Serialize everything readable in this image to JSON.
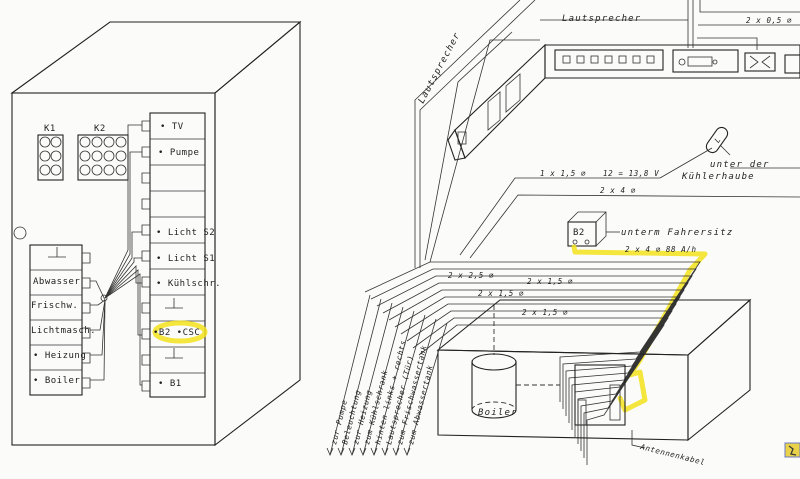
{
  "cabinet": {
    "relays": [
      "K1",
      "K2"
    ],
    "right_fuses": [
      "• TV",
      "• Pumpe",
      "• Licht S2",
      "• Licht S1",
      "• Kühlschr.",
      "•B2  •CSC",
      "• B1"
    ],
    "left_fuses": [
      "Abwasser",
      "Frischw.",
      "Lichtmasch.",
      "• Heizung",
      "• Boiler"
    ]
  },
  "installation": {
    "speaker_top": "Lautsprecher",
    "speaker_side": "Lautsprecher",
    "cable_top": "2 x 0,5 ⌀",
    "cable_alternator": "1 x 1,5 ⌀",
    "voltage": "12 = 13,8 V",
    "alternator_location_1": "unter der",
    "alternator_location_2": "Kühlerhaube",
    "cable_battery": "2 x 4 ⌀",
    "battery_label": "B2",
    "battery_location": "unterm Fahrersitz",
    "battery_cable": "2 x 4 ⌀   88 A/h",
    "cables": [
      "2 x 2,5 ⌀",
      "2 x 1,5 ⌀",
      "2 x 1,5 ⌀",
      "2 x 1,5 ⌀"
    ],
    "boiler": "Boiler",
    "antenna": "Antennenkabel",
    "outputs": [
      "zur Pumpe",
      "Beleuchtung",
      "zur Heizung",
      "zum Kühlschrank",
      "hinten links + rechts",
      "Lautsprecher (Tür)",
      "zum Frischwassertank",
      "zum Abwassertank"
    ]
  },
  "colors": {
    "highlight": "#f2e21a",
    "ink": "#222222",
    "paper": "#fbfbfa"
  }
}
